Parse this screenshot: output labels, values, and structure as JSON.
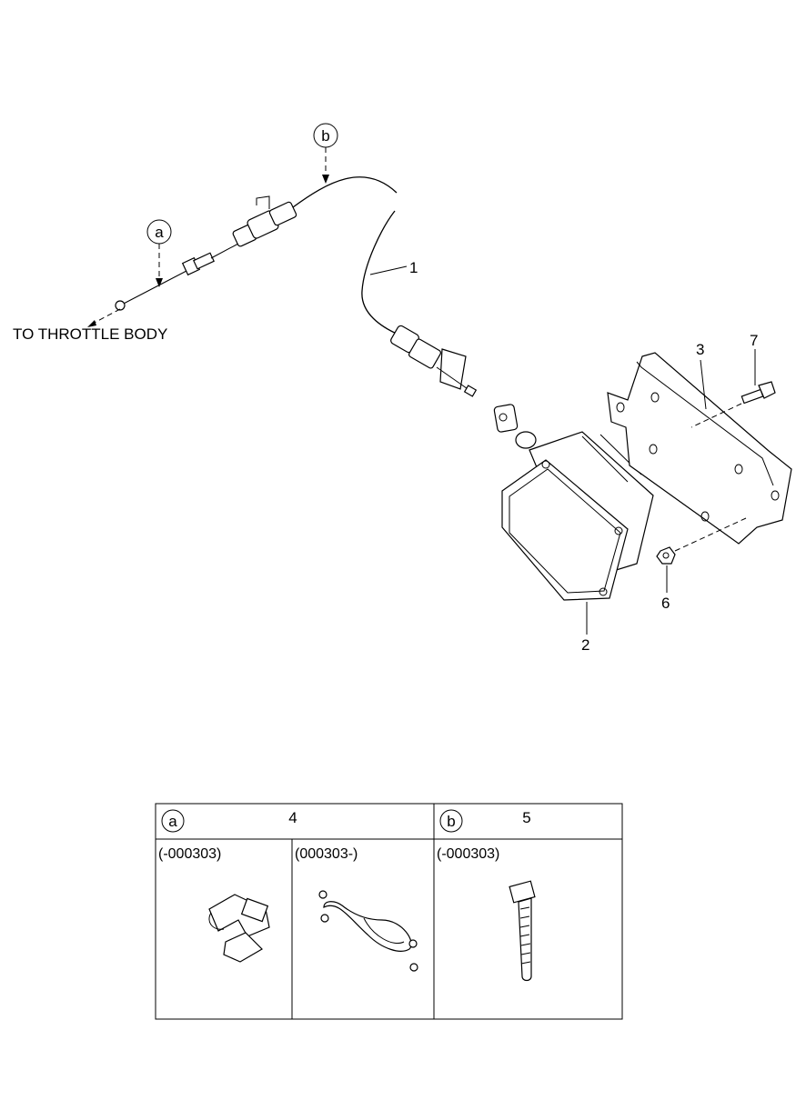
{
  "callouts": {
    "throttle_label": "TO THROTTLE BODY",
    "ref_a": "a",
    "ref_b": "b",
    "part_1": "1",
    "part_2": "2",
    "part_3": "3",
    "part_6": "6",
    "part_7": "7"
  },
  "legend_table": {
    "header_a_letter": "a",
    "header_a_part": "4",
    "header_b_letter": "b",
    "header_b_part": "5",
    "cell_1_label": "(-000303)",
    "cell_2_label": "(000303-)",
    "cell_3_label": "(-000303)"
  }
}
